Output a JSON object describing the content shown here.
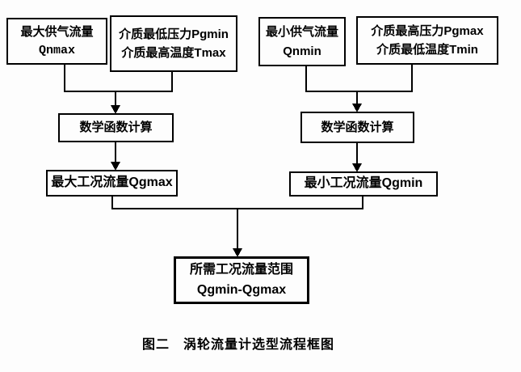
{
  "figure": {
    "caption": "图二　涡轮流量计选型流程框图",
    "colors": {
      "line": "#000000",
      "background": "#fdfdfd",
      "text": "#000000"
    }
  },
  "boxes": {
    "max_supply": {
      "line1": "最大供气流量",
      "line2": "Qnmax"
    },
    "max_conditions": {
      "line1": "介质最低压力Pgmin",
      "line2": "介质最高温度Tmax"
    },
    "min_supply": {
      "line1": "最小供气流量",
      "line2": "Qnmin"
    },
    "min_conditions": {
      "line1": "介质最高压力Pgmax",
      "line2": "介质最低温度Tmin"
    },
    "math_left": {
      "label": "数学函数计算"
    },
    "math_right": {
      "label": "数学函数计算"
    },
    "qgmax": {
      "label": "最大工况流量Qgmax"
    },
    "qgmin": {
      "label": "最小工况流量Qgmin"
    },
    "result": {
      "line1": "所需工况流量范围",
      "line2": "Qgmin-Qgmax"
    }
  }
}
